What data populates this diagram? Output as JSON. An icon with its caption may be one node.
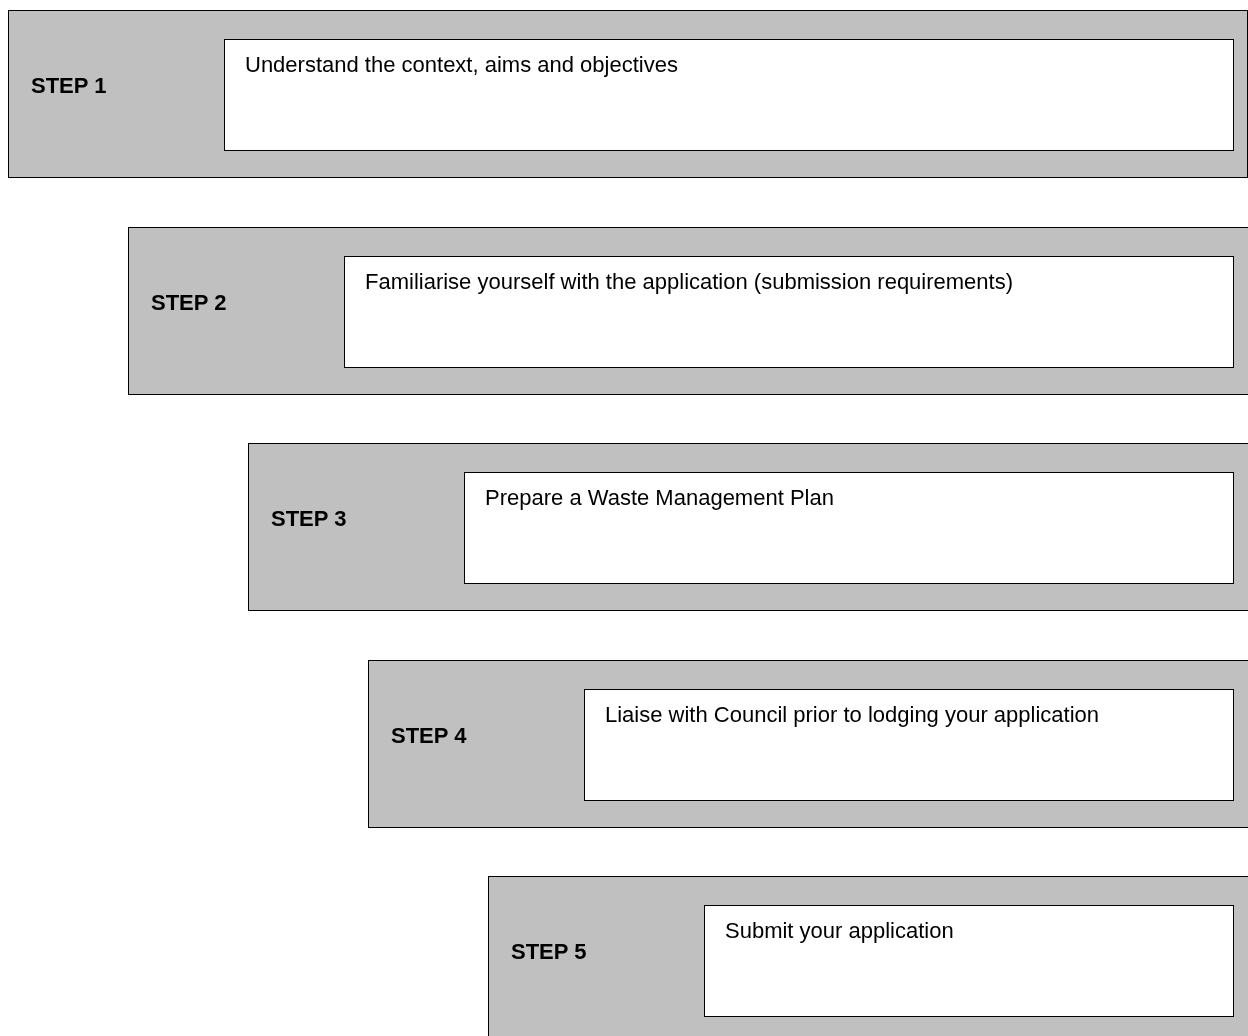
{
  "diagram": {
    "nodes": [
      {
        "text": [
          "STEP 1"
        ]
      },
      {
        "text": [
          "Understand the context, aims and objectives"
        ],
        "in": 0
      },
      {
        "text": [
          "STEP 2"
        ]
      },
      {
        "text": [
          "Familiarise yourself with the application (submission requirements)"
        ],
        "in": 2
      },
      {
        "text": [
          "STEP 3"
        ]
      },
      {
        "text": [
          "Prepare a Waste Management Plan"
        ],
        "in": 4
      },
      {
        "text": [
          "STEP 4"
        ]
      },
      {
        "text": [
          "Liaise with Council prior to lodging your application"
        ],
        "in": 6
      },
      {
        "text": [
          "STEP 5"
        ]
      },
      {
        "text": [
          "Submit your application"
        ],
        "in": 8
      }
    ]
  }
}
